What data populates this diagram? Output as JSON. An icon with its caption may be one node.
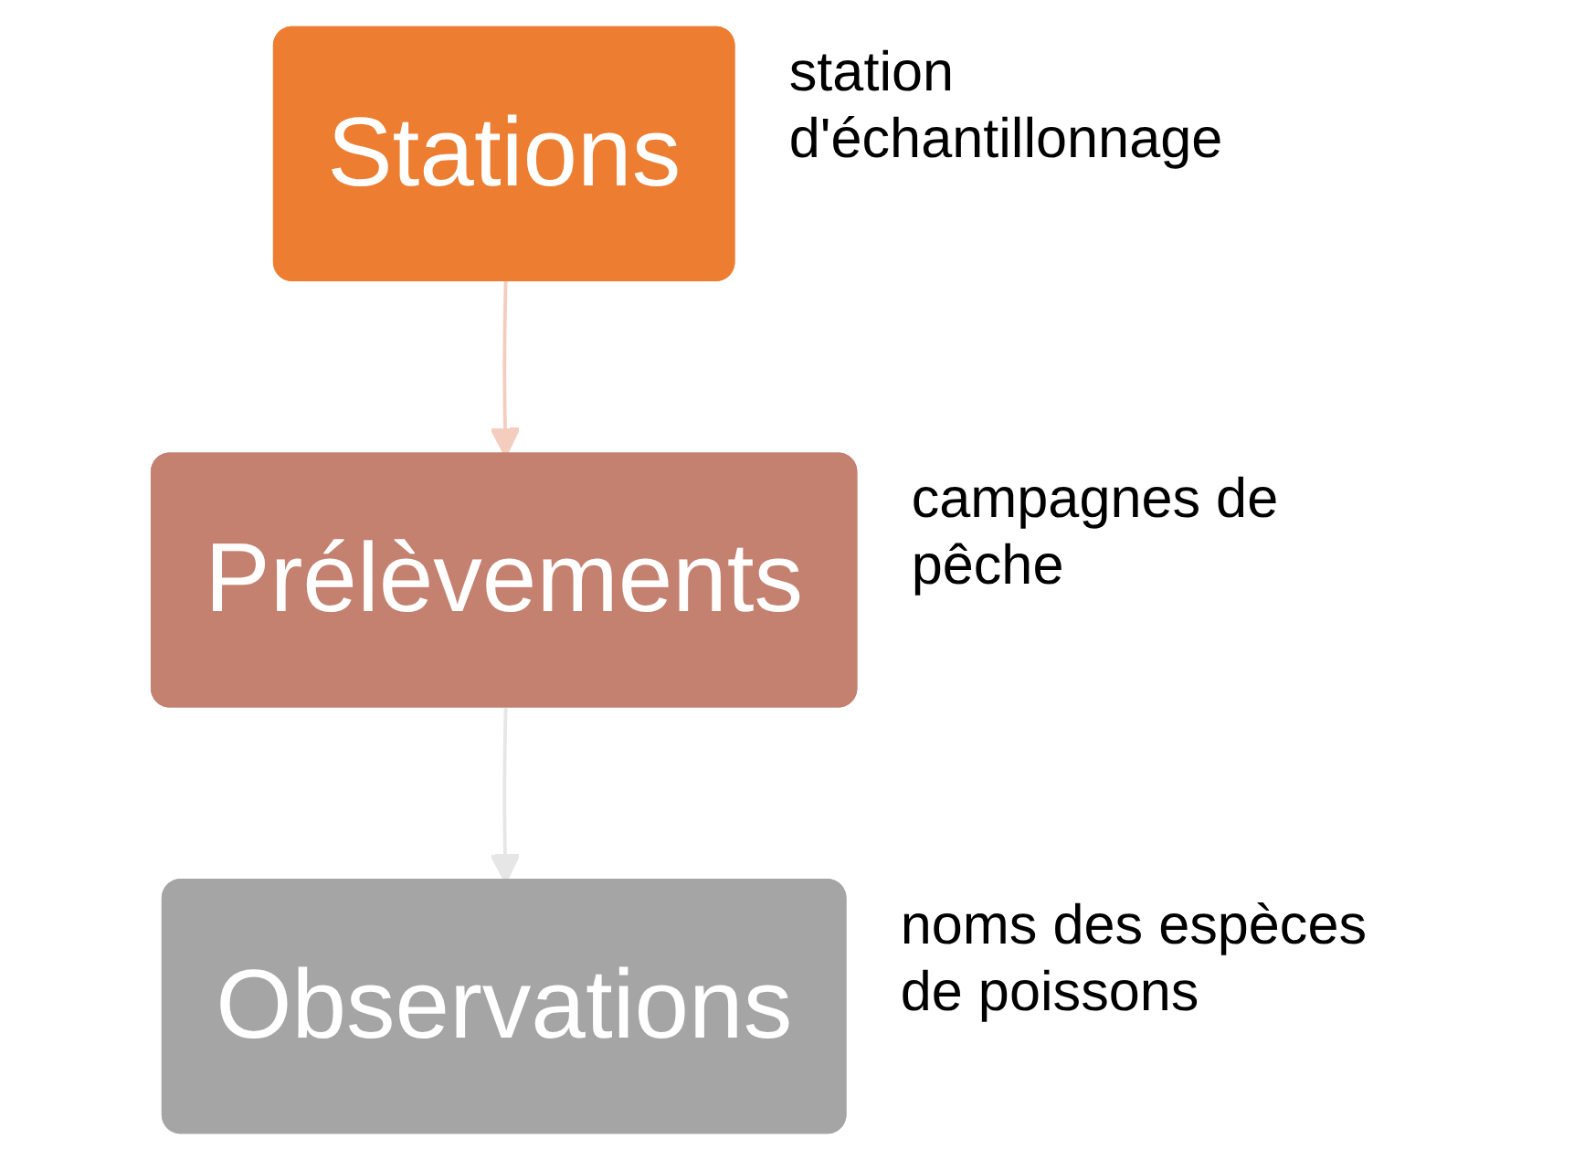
{
  "diagram": {
    "nodes": [
      {
        "text": [
          "Stations"
        ],
        "beside": [
          "station d'échantillonnage"
        ]
      },
      {
        "text": [
          "Prélèvements"
        ],
        "beside": [
          "campagnes de pêche"
        ]
      },
      {
        "text": [
          "Observations"
        ],
        "beside": [
          "noms des espèces de poissons"
        ]
      }
    ],
    "edges": [
      {
        "from": 0,
        "to": 1,
        "arrow": "to",
        "color": "#f5cdbf"
      },
      {
        "from": 1,
        "to": 2,
        "arrow": "to",
        "color": "#e6e6e6"
      }
    ]
  }
}
